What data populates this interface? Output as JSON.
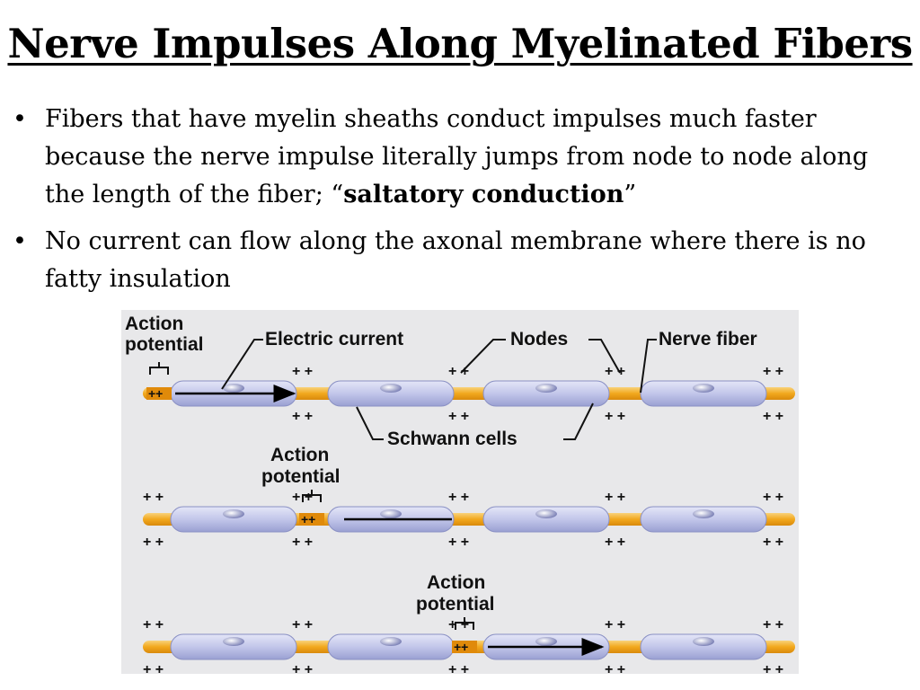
{
  "slide": {
    "title": "Nerve Impulses Along Myelinated Fibers",
    "bullets": [
      {
        "text_before": "Fibers that have myelin sheaths conduct impulses much faster because the nerve impulse literally jumps from node to node along the length of the fiber; ",
        "open_quote": "“",
        "bold_text": "saltatory conduction",
        "close_quote": "”"
      },
      {
        "text": "No current can flow along the axonal membrane where there is no fatty insulation"
      }
    ]
  },
  "diagram": {
    "labels": {
      "action_potential_1_line1": "Action",
      "action_potential_1_line2": "potential",
      "electric_current": "Electric current",
      "nodes": "Nodes",
      "nerve_fiber": "Nerve fiber",
      "schwann_cells": "Schwann cells",
      "action_potential_2_line1": "Action",
      "action_potential_2_line2": "potential",
      "action_potential_3_line1": "Action",
      "action_potential_3_line2": "potential"
    },
    "charge_label": "+ +",
    "ap_charge_label": "++",
    "colors": {
      "background": "#e8e8ea",
      "axon": "#f2a81d",
      "myelin": "#c5c9ec",
      "nucleus": "#8f93bf",
      "arrow": "#000000"
    }
  }
}
